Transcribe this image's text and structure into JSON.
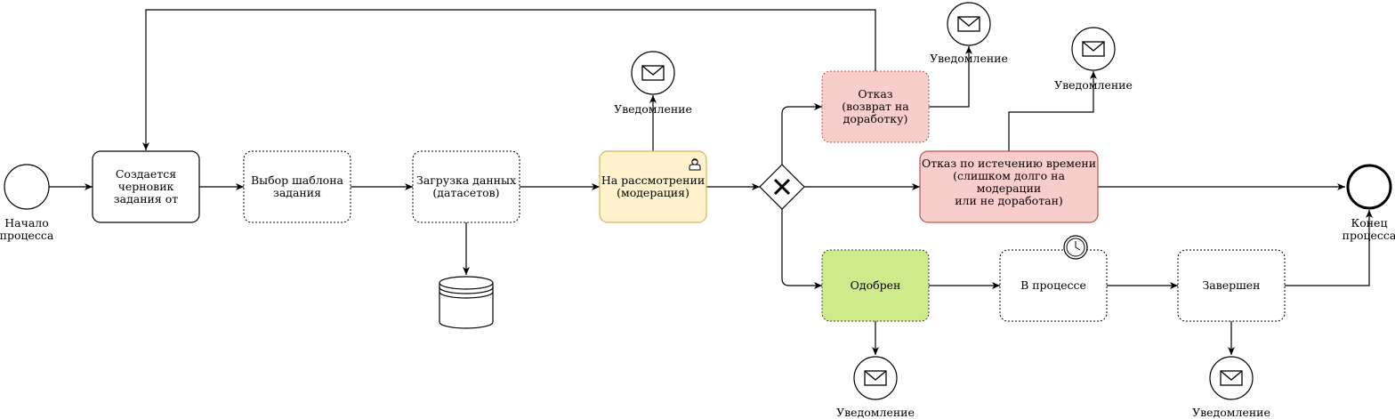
{
  "start_event": {
    "label": "Начало\nпроцесса"
  },
  "end_event": {
    "label": "Конец\nпроцесса"
  },
  "tasks": {
    "draft": {
      "label": "Создается\nчерновик\nзадания от"
    },
    "template": {
      "label": "Выбор шаблона\nзадания"
    },
    "upload": {
      "label": "Загрузка данных\n(датасетов)"
    },
    "review": {
      "label": "На рассмотрении\n(модерация)"
    },
    "reject_return": {
      "label": "Отказ\n(возврат на\nдоработку)"
    },
    "reject_timeout": {
      "label": "Отказ по истечению времени\n(слишком долго на модерации\nили не доработан)"
    },
    "approved": {
      "label": "Одобрен"
    },
    "in_progress": {
      "label": "В процессе"
    },
    "completed": {
      "label": "Завершен"
    }
  },
  "notifications": {
    "review": "Уведомление",
    "reject_return": "Уведомление",
    "reject_timeout": "Уведомление",
    "approved": "Уведомление",
    "completed": "Уведомление"
  },
  "colors": {
    "review_fill": "#fff2cc",
    "review_stroke": "#d6b656",
    "reject_fill": "#f8cecc",
    "reject_stroke": "#b85450",
    "approved_fill": "#cdeb8b",
    "approved_stroke": "#36393d"
  }
}
